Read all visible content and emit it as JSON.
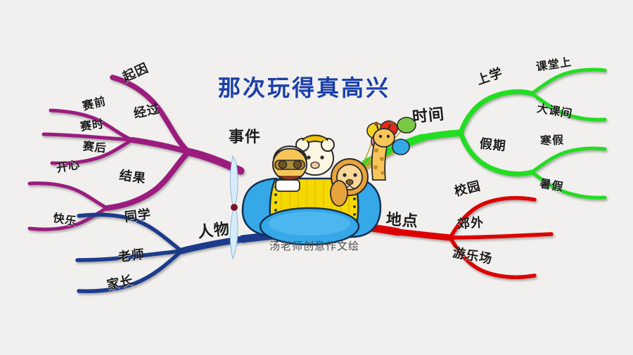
{
  "title": "那次玩得真高兴",
  "watermark": "汤老师创意作文绘",
  "colors": {
    "background": "#f1f0ee",
    "title": "#1b3faa",
    "event_branch": "#9b1b7e",
    "people_branch": "#1a3a8c",
    "time_branch": "#22dd22",
    "place_branch": "#dd0000",
    "label_text": "#1b1b1b"
  },
  "center": {
    "image": "cartoon-airplane-with-animals",
    "body_color": "#f5d800",
    "nose_color": "#35a8e8",
    "wing_color": "#35a8e8",
    "propeller_color": "#cfe6f7"
  },
  "balloons": [
    {
      "name": "balloon-yellow",
      "color": "#f2d21e"
    },
    {
      "name": "balloon-red",
      "color": "#e8281c"
    },
    {
      "name": "balloon-pink",
      "color": "#f58aa8"
    },
    {
      "name": "balloon-green",
      "color": "#7ac943"
    },
    {
      "name": "balloon-blue",
      "color": "#35a8e8"
    }
  ],
  "branches": [
    {
      "id": "event",
      "label": "事件",
      "color": "#9b1b7e",
      "side": "left",
      "children": [
        {
          "label": "起因",
          "children": []
        },
        {
          "label": "经过",
          "children": [
            {
              "label": "赛前"
            },
            {
              "label": "赛时"
            },
            {
              "label": "赛后"
            }
          ]
        },
        {
          "label": "结果",
          "children": [
            {
              "label": "开心"
            },
            {
              "label": "快乐"
            }
          ]
        }
      ]
    },
    {
      "id": "people",
      "label": "人物",
      "color": "#1a3a8c",
      "side": "left",
      "children": [
        {
          "label": "同学",
          "children": []
        },
        {
          "label": "老师",
          "children": []
        },
        {
          "label": "家长",
          "children": []
        }
      ]
    },
    {
      "id": "time",
      "label": "时间",
      "color": "#22dd22",
      "side": "right",
      "children": [
        {
          "label": "上学",
          "children": [
            {
              "label": "课堂上"
            },
            {
              "label": "大课间"
            }
          ]
        },
        {
          "label": "假期",
          "children": [
            {
              "label": "寒假"
            },
            {
              "label": "暑假"
            }
          ]
        }
      ]
    },
    {
      "id": "place",
      "label": "地点",
      "color": "#dd0000",
      "side": "right",
      "children": [
        {
          "label": "校园",
          "children": []
        },
        {
          "label": "郊外",
          "children": []
        },
        {
          "label": "游乐场",
          "children": []
        }
      ]
    }
  ]
}
